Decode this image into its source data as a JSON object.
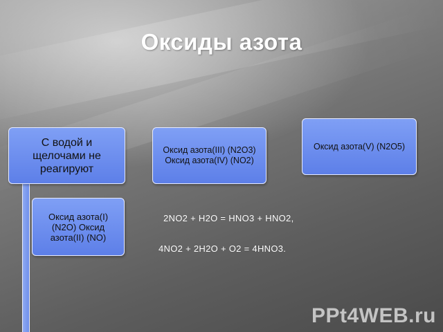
{
  "title": "Оксиды азота",
  "boxes": {
    "no_reaction": "С водой и щелочами не реагируют",
    "oxides_iii_iv": "Оксид азота(III) (N2O3)         Оксид азота(IV) (NO2)",
    "oxide_v": "Оксид азота(V) (N2O5)",
    "oxides_i_ii": "Оксид азота(I) (N2O)      Оксид азота(II) (NO)"
  },
  "equations": [
    "2NO2 + H2O = HNO3 + HNO2,",
    "4NO2 + 2H2O + O2 = 4HNO3."
  ],
  "watermark": "PPt4WEB.ru",
  "colors": {
    "box_fill": "#6f8fee",
    "box_border": "#e8ecff",
    "title_text": "#ffffff"
  }
}
